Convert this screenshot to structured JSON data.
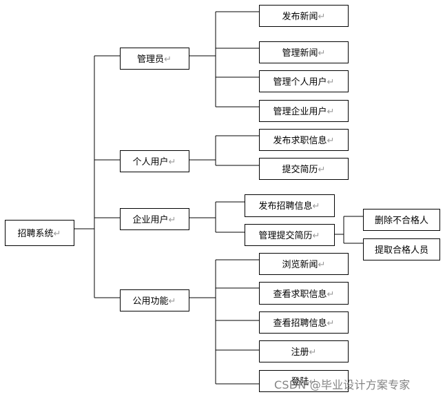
{
  "nodes": {
    "root": "招聘系统",
    "admin": "管理员",
    "personal": "个人用户",
    "enterprise": "企业用户",
    "public": "公用功能",
    "publish_news": "发布新闻",
    "manage_news": "管理新闻",
    "manage_personal": "管理个人用户",
    "manage_enterprise": "管理企业用户",
    "publish_job_seeking": "发布求职信息",
    "submit_resume": "提交简历",
    "publish_recruitment": "发布招聘信息",
    "manage_resume": "管理提交简历",
    "delete_unqualified": "删除不合格人",
    "hire_qualified": "提取合格人员",
    "browse_news": "浏览新闻",
    "view_job_seeking": "查看求职信息",
    "view_recruitment": "查看招聘信息",
    "register": "注册",
    "login": "登陆"
  },
  "paragraph_mark": "↵",
  "watermark": "CSDN @毕业设计方案专家"
}
